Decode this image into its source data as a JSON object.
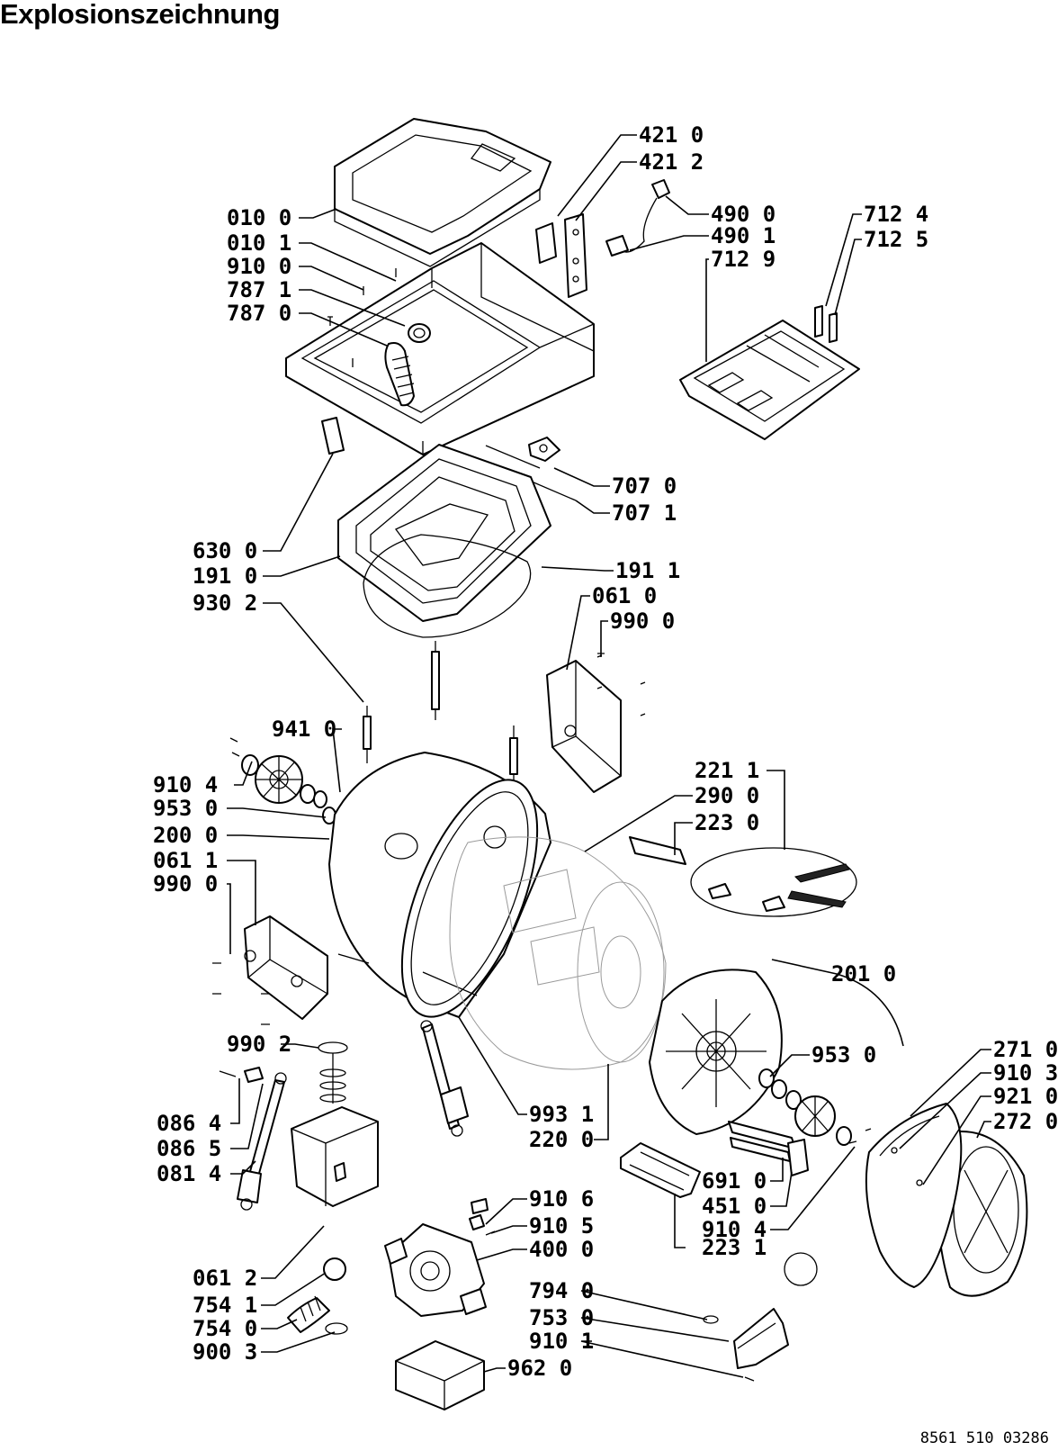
{
  "page": {
    "title": "Explosionszeichnung",
    "doc_number": "8561 510 03286"
  },
  "callouts": [
    "421 0",
    "421 2",
    "490 0",
    "490 1",
    "712 9",
    "712 4",
    "712 5",
    "010 0",
    "010 1",
    "910 0",
    "787 1",
    "787 0",
    "707 0",
    "707 1",
    "630 0",
    "191 0",
    "191 1",
    "930 2",
    "061 0",
    "990 0",
    "941 0",
    "910 4",
    "953 0",
    "200 0",
    "061 1",
    "990 0",
    "221 1",
    "290 0",
    "223 0",
    "201 0",
    "953 0",
    "990 2",
    "993 1",
    "220 0",
    "271 0",
    "910 3",
    "921 0",
    "272 0",
    "086 4",
    "086 5",
    "081 4",
    "691 0",
    "451 0",
    "910 4",
    "223 1",
    "910 6",
    "910 5",
    "400 0",
    "061 2",
    "754 1",
    "754 0",
    "900 3",
    "794 0",
    "753 0",
    "910 1",
    "962 0"
  ]
}
